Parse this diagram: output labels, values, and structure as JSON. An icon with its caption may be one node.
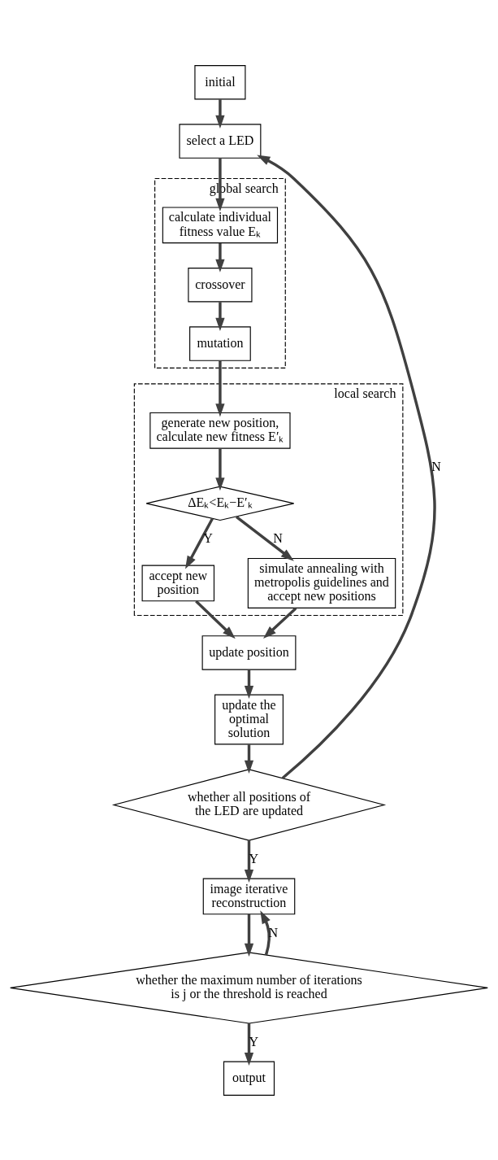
{
  "diagram": {
    "nodes": [
      {
        "text": [
          "initial"
        ]
      },
      {
        "text": [
          "select a LED"
        ]
      },
      {
        "text": [
          "global search"
        ]
      },
      {
        "text": [
          "calculate individual fitness value Eₖ"
        ],
        "in": 2
      },
      {
        "text": [
          "crossover"
        ],
        "in": 2
      },
      {
        "text": [
          "mutation"
        ],
        "in": 2
      },
      {
        "text": [
          "local search"
        ]
      },
      {
        "text": [
          "generate new position, calculate new fitness E′ₖ"
        ],
        "in": 6
      },
      {
        "text": [
          "ΔEₖ<Eₖ−E′ₖ"
        ],
        "in": 6
      },
      {
        "text": [
          "accept new position"
        ],
        "in": 6
      },
      {
        "text": [
          "simulate annealing with metropolis guidelines and accept new positions"
        ],
        "in": 6
      },
      {
        "text": [
          "update position"
        ]
      },
      {
        "text": [
          "update the optimal solution"
        ]
      },
      {
        "text": [
          "whether all positions of the LED are updated"
        ]
      },
      {
        "text": [
          "image iterative reconstruction"
        ]
      },
      {
        "text": [
          "whether the maximum number of iterations is j or the threshold is reached"
        ]
      },
      {
        "text": [
          "output"
        ]
      }
    ],
    "edges": [
      {
        "from": 0,
        "to": 1,
        "arrow": "to"
      },
      {
        "from": 1,
        "to": 3,
        "arrow": "to"
      },
      {
        "from": 3,
        "to": 4,
        "arrow": "to"
      },
      {
        "from": 4,
        "to": 5,
        "arrow": "to"
      },
      {
        "from": 5,
        "to": 7,
        "arrow": "to"
      },
      {
        "from": 7,
        "to": 8,
        "arrow": "to"
      },
      {
        "from": 8,
        "to": 9,
        "label": "Y",
        "arrow": "to"
      },
      {
        "from": 8,
        "to": 10,
        "label": "N",
        "arrow": "to"
      },
      {
        "from": 9,
        "to": 11,
        "arrow": "to"
      },
      {
        "from": 10,
        "to": 11,
        "arrow": "to"
      },
      {
        "from": 11,
        "to": 12,
        "arrow": "to"
      },
      {
        "from": 12,
        "to": 13,
        "arrow": "to"
      },
      {
        "from": 13,
        "to": 14,
        "label": "Y",
        "arrow": "to"
      },
      {
        "from": 13,
        "to": 1,
        "label": "N",
        "arrow": "to"
      },
      {
        "from": 14,
        "to": 15,
        "arrow": "to"
      },
      {
        "from": 15,
        "to": 14,
        "label": "N",
        "arrow": "to"
      },
      {
        "from": 15,
        "to": 16,
        "label": "Y",
        "arrow": "to"
      }
    ]
  }
}
